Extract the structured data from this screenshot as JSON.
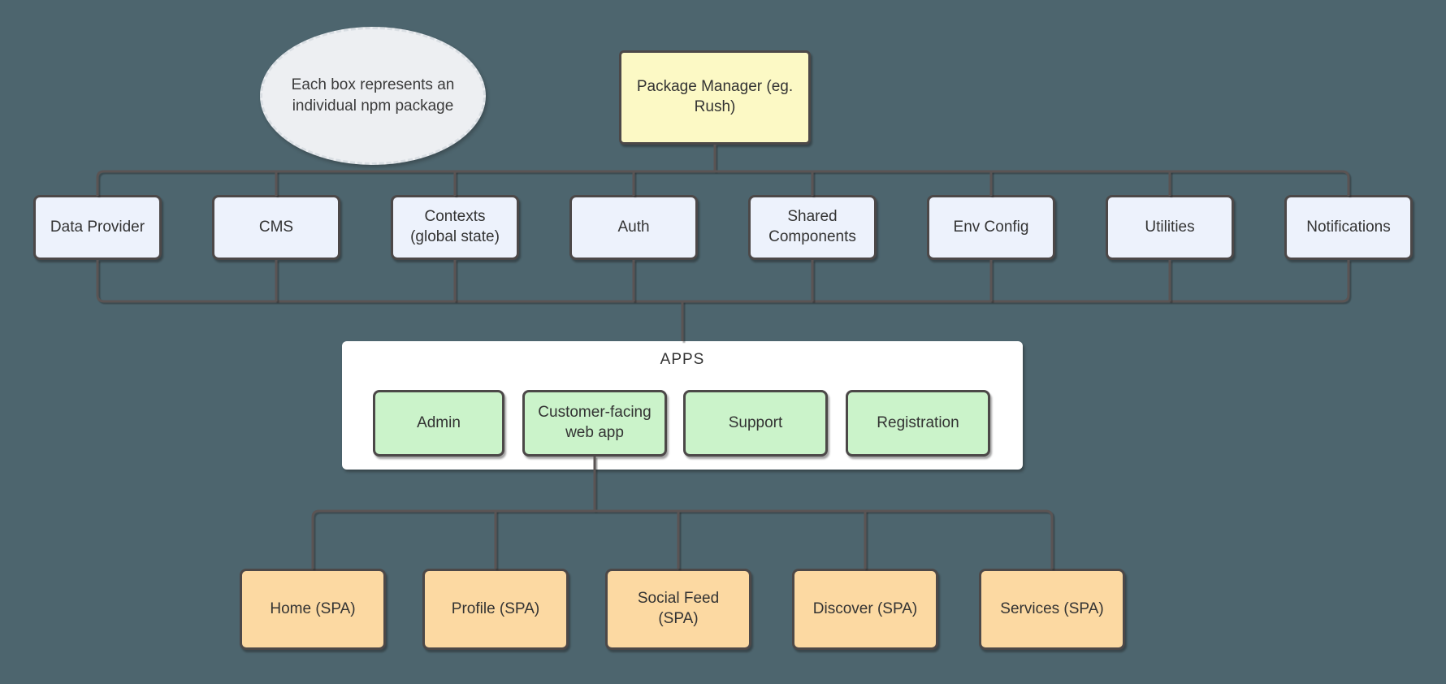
{
  "diagram": {
    "note": "Each box represents an individual npm package",
    "root_label": "Package Manager (eg. Rush)",
    "packages": [
      "Data Provider",
      "CMS",
      "Contexts (global state)",
      "Auth",
      "Shared Components",
      "Env Config",
      "Utilities",
      "Notifications"
    ],
    "apps_group": {
      "title": "APPS",
      "apps": [
        "Admin",
        "Customer-facing web app",
        "Support",
        "Registration"
      ]
    },
    "spas": [
      "Home (SPA)",
      "Profile (SPA)",
      "Social Feed (SPA)",
      "Discover (SPA)",
      "Services (SPA)"
    ],
    "colors": {
      "background": "#4d656e",
      "connector": "#5a5454",
      "node_border": "#4c4848",
      "package_fill": "#edf2fc",
      "root_fill": "#fcf9c5",
      "app_fill": "#cbf3ca",
      "spa_fill": "#fcd9a2",
      "apps_container_fill": "#ffffff",
      "note_fill": "#edeff2",
      "text": "#333333"
    }
  }
}
